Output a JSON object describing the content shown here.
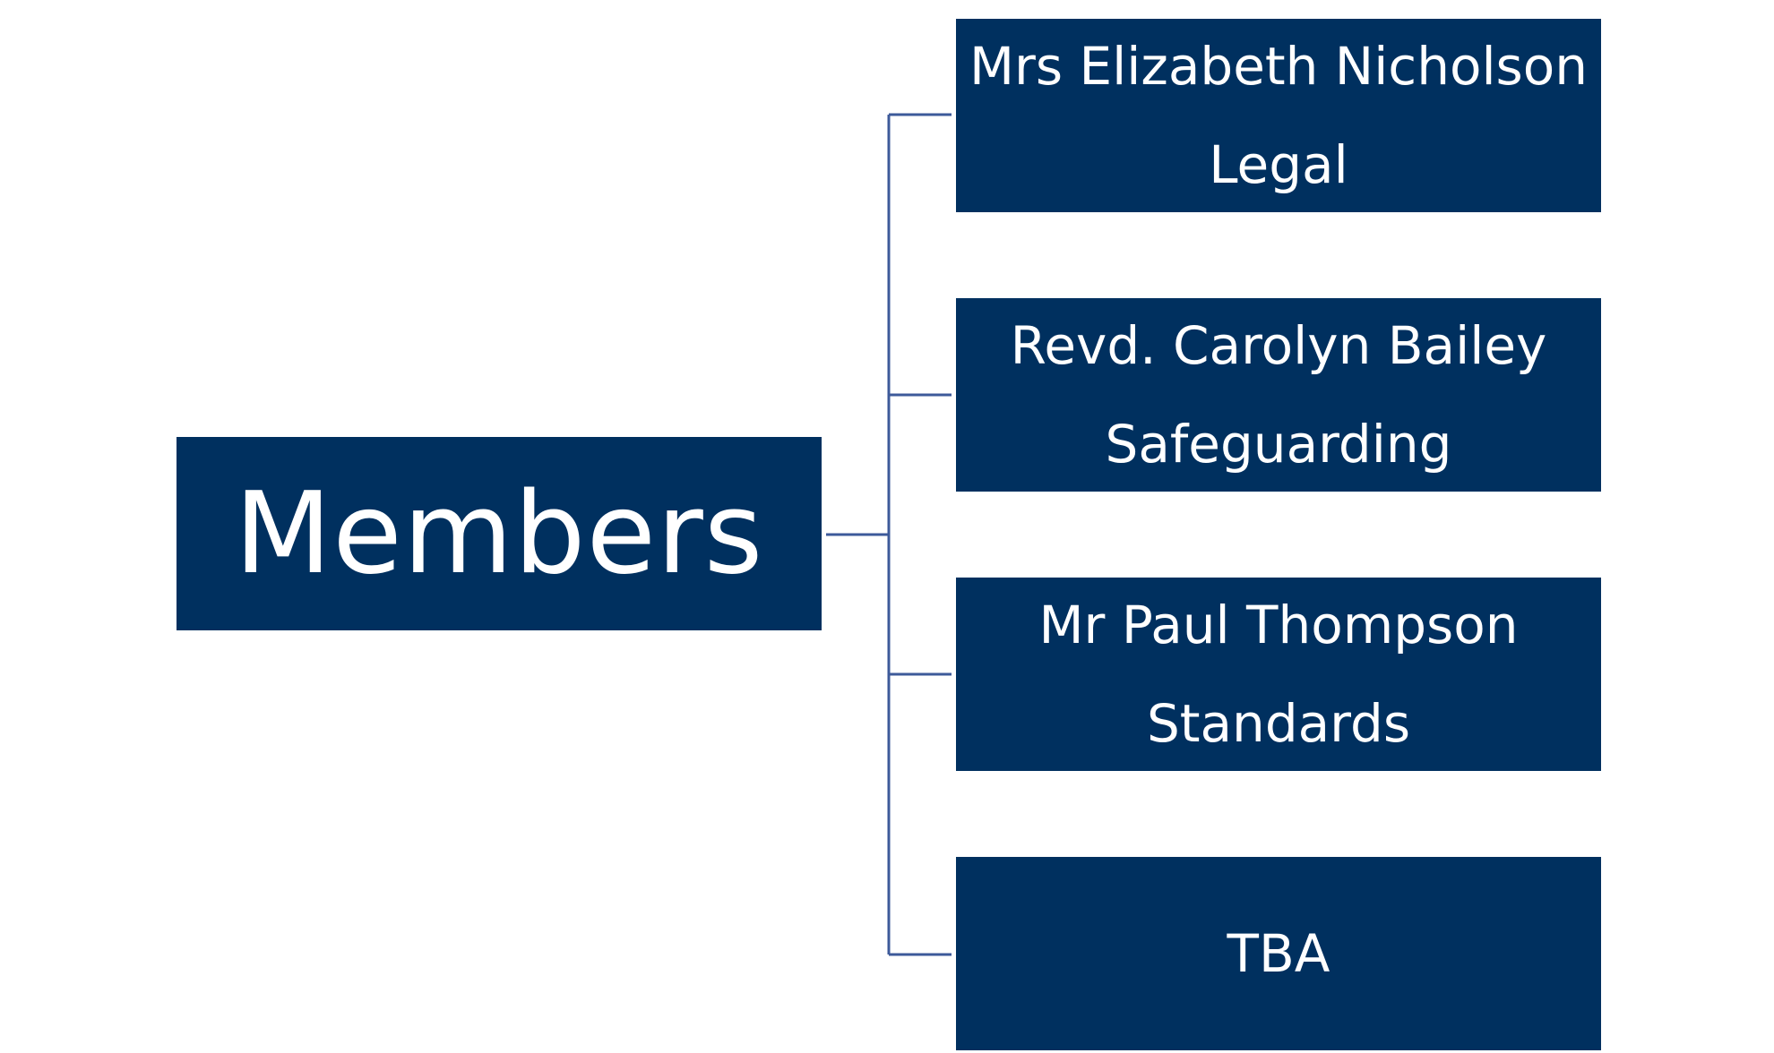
{
  "diagram": {
    "root": {
      "label": "Members"
    },
    "children": [
      {
        "name": "Mrs Elizabeth Nicholson",
        "role": "Legal"
      },
      {
        "name": "Revd. Carolyn Bailey",
        "role": "Safeguarding"
      },
      {
        "name": "Mr Paul Thompson",
        "role": "Standards"
      },
      {
        "name": "TBA",
        "role": ""
      }
    ],
    "colors": {
      "box_fill": "#00305F",
      "text": "#FFFFFF",
      "connector": "#3D5A9A"
    }
  }
}
